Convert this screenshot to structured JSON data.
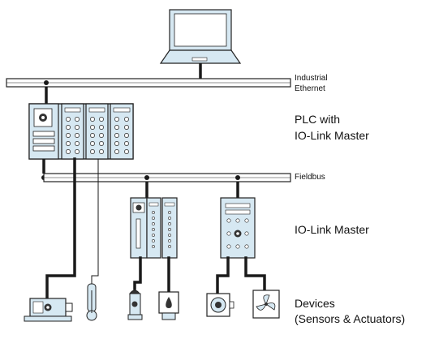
{
  "labels": {
    "industrial_line1": "Industrial",
    "industrial_line2": "Ethernet",
    "plc_line1": "PLC with",
    "plc_line2": "IO-Link Master",
    "fieldbus": "Fieldbus",
    "iolink_master": "IO-Link Master",
    "devices_line1": "Devices",
    "devices_line2": "(Sensors & Actuators)"
  },
  "colors": {
    "module_fill": "#d6e8f2",
    "stroke": "#222222",
    "cable": "#1a1a1a",
    "bus_fill": "#ffffff"
  },
  "icons": [
    "laptop-icon",
    "plc-icon",
    "io-link-master-icon",
    "motor-icon",
    "thermometer-icon",
    "sensor-icon",
    "level-sensor-icon",
    "valve-icon",
    "fan-icon"
  ]
}
